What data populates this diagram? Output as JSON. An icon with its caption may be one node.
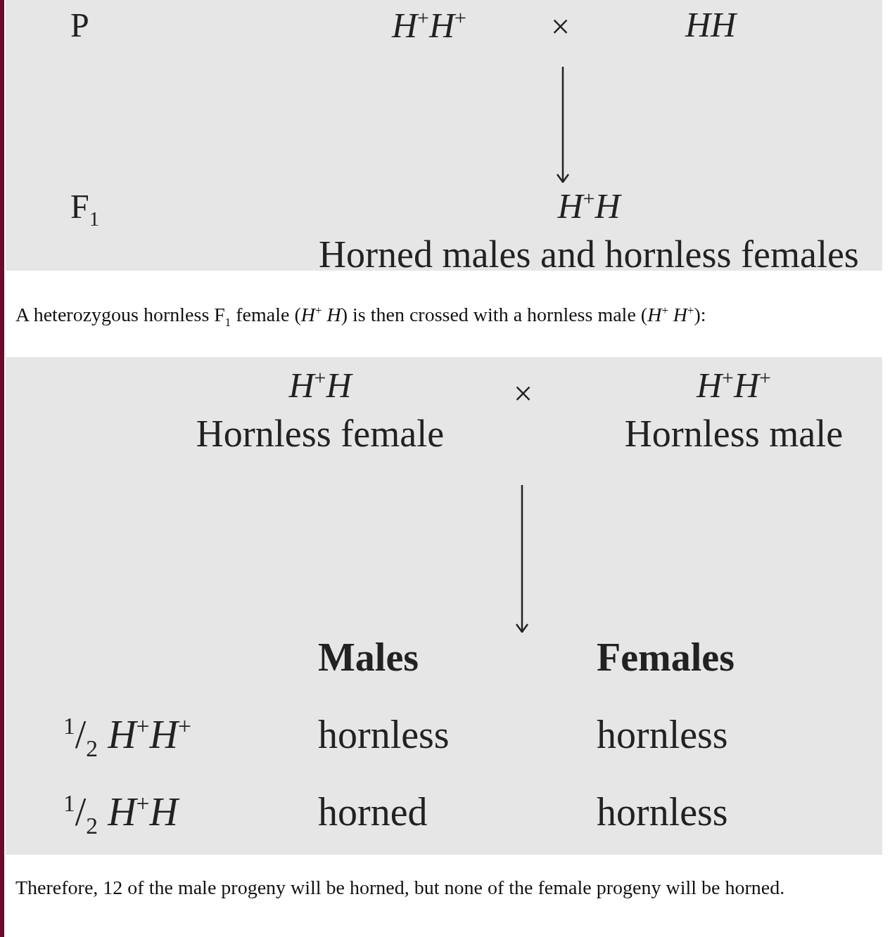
{
  "diagram": {
    "nodes": [
      {
        "text": [
          "H$^{+}$H$^{+}$"
        ]
      },
      {
        "text": [
          "HH"
        ]
      },
      {
        "text": [
          "H$^{+}$H",
          "Horned males and hornless females"
        ]
      },
      {
        "text": [
          "H$^{+}$H",
          "Hornless female"
        ]
      },
      {
        "text": [
          "H$^{+}$H$^{+}$",
          "Hornless male"
        ]
      },
      {
        "text": [
          "Males",
          "Females",
          "$^{1}$/$_{2}$ *H*$^{+}$*H*$^{+}$",
          "hornless",
          "hornless",
          "$^{1}$/$_{2}$ *H*$^{+}$*H*",
          "horned",
          "hornless"
        ]
      }
    ],
    "edges": [
      {
        "from": null,
        "to": 2,
        "arrow": "to"
      },
      {
        "from": null,
        "to": 5,
        "arrow": "to"
      }
    ],
    "labels": [
      "P",
      "F$_{1}$",
      "×",
      "A heterozygous hornless F$_{1}$ female (*H*$^{+}$ *H*) is then crossed with a hornless male (*H*$^{+}$ *H*$^{+}$):",
      "×",
      "Therefore, 12 of the male progeny will be horned, but none of the female progeny will be horned."
    ]
  }
}
